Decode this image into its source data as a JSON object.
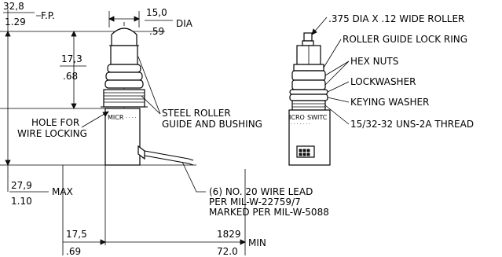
{
  "dimensions": {
    "fp_mm": "32,8",
    "fp_in": "1.29",
    "fp_label": "F.P.",
    "dia_mm": "15,0",
    "dia_in": ".59",
    "dia_label": "DIA",
    "mid_mm": "17,3",
    "mid_in": ".68",
    "max_mm": "27,9",
    "max_in": "1.10",
    "max_label": "MAX",
    "bottom_left_mm": "17,5",
    "bottom_left_in": ".69",
    "bottom_right_mm": "1829",
    "bottom_right_in": "72.0",
    "min_label": "MIN"
  },
  "callouts": {
    "hole_line1": "HOLE FOR",
    "hole_line2": "WIRE LOCKING",
    "steel_line1": "STEEL ROLLER",
    "steel_line2": "GUIDE AND BUSHING",
    "wire_line1": "(6) NO. 20 WIRE LEAD",
    "wire_line2": "PER MIL-W-22759/7",
    "wire_line3": "MARKED PER MIL-W-5088",
    "roller": ".375 DIA X .12 WIDE ROLLER",
    "lock_ring": "ROLLER GUIDE LOCK RING",
    "hex_nuts": "HEX NUTS",
    "lockwasher": "LOCKWASHER",
    "keying_washer": "KEYING WASHER",
    "thread": "15/32-32 UNS-2A THREAD"
  },
  "body_text": {
    "left_brand": "MICR",
    "right_brand_a": "ICRO",
    "right_brand_b": "SWITC"
  }
}
